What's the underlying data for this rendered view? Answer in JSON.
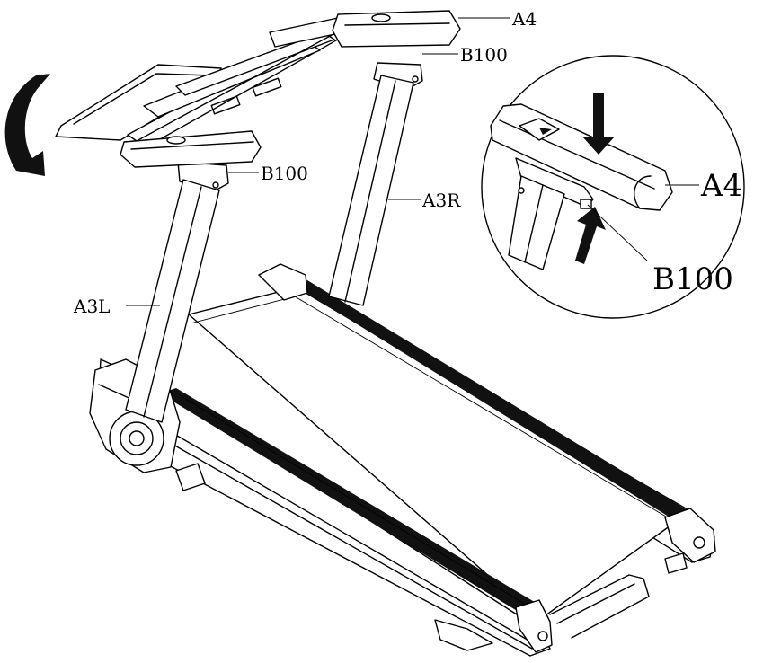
{
  "diagram": {
    "labels": {
      "a4_main": "A4",
      "b100_top": "B100",
      "b100_left": "B100",
      "a3r": "A3R",
      "a3l": "A3L",
      "a4_detail": "A4",
      "b100_detail": "B100"
    },
    "colors": {
      "line": "#000000",
      "belt": "#111111",
      "background": "#ffffff"
    },
    "icons": {
      "rotation_arrow": "curved-arrow-icon",
      "press_down": "down-arrow-icon",
      "press_up": "up-arrow-icon"
    }
  }
}
